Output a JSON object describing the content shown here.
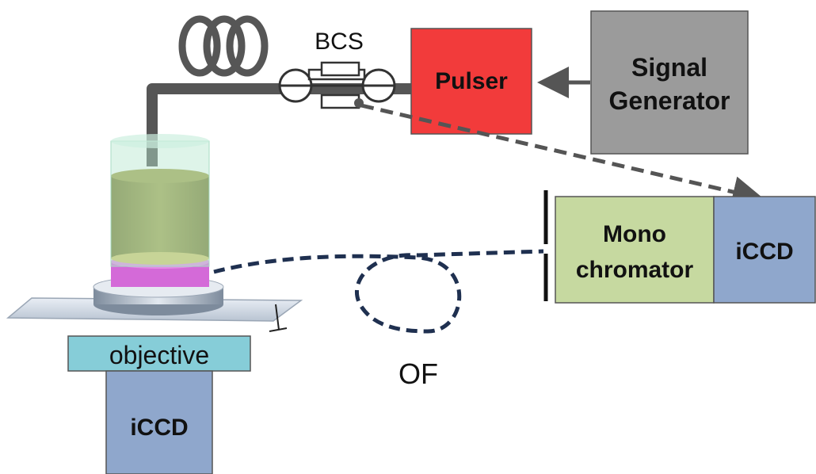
{
  "labels": {
    "bcs": "BCS",
    "pulser": "Pulser",
    "signal_generator_line1": "Signal",
    "signal_generator_line2": "Generator",
    "monochromator_line1": "Mono",
    "monochromator_line2": "chromator",
    "iccd_right": "iCCD",
    "iccd_bottom": "iCCD",
    "objective": "objective",
    "of": "OF"
  },
  "colors": {
    "pulser": "#f23b3b",
    "signal_generator": "#9b9b9b",
    "monochromator": "#c6d9a0",
    "iccd": "#8fa7cc",
    "objective": "#86cdd8",
    "cable": "#565656",
    "fiber_dashed": "#1f3050",
    "sample_magenta": "#d46ad8",
    "lens_olive": "#8d8a3c"
  }
}
